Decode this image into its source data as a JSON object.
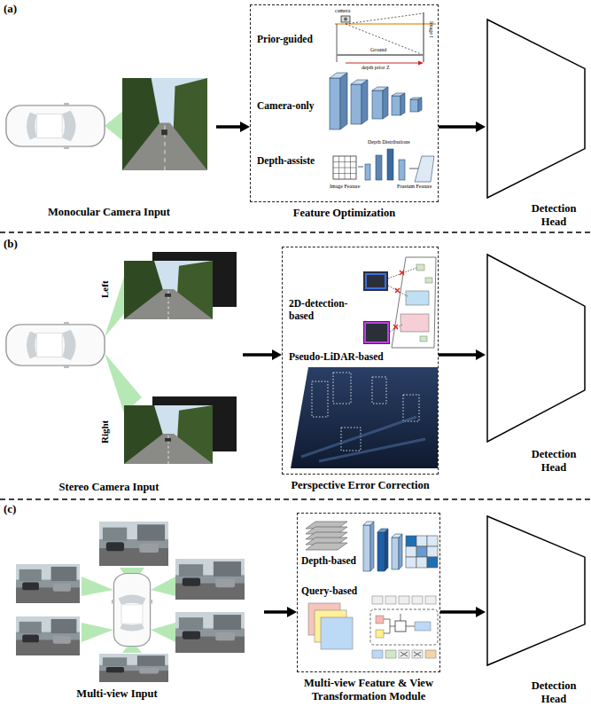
{
  "diagram": {
    "nodes": [
      {
        "text": [
          "Monocular Camera Input"
        ]
      },
      {
        "text": [
          "Prior-guided",
          "Camera-only",
          "Depth-assiste",
          "Feature Optimization"
        ]
      },
      {
        "text": [
          "Detection Head"
        ]
      },
      {
        "text": [
          "Stereo Camera Input"
        ]
      },
      {
        "text": [
          "2D-detection-based",
          "Pseudo-LiDAR-based",
          "Perspective Error Correction"
        ]
      },
      {
        "text": [
          "Detection Head"
        ]
      },
      {
        "text": [
          "Multi-view Input"
        ]
      },
      {
        "text": [
          "Depth-based",
          "Query-based",
          "Multi-view Feature & View Transformation Module"
        ]
      },
      {
        "text": [
          "Detection Head"
        ]
      }
    ],
    "edges": [
      {
        "from": 0,
        "to": 1,
        "arrow": "to"
      },
      {
        "from": 1,
        "to": 2,
        "arrow": "to"
      },
      {
        "from": 3,
        "to": 4,
        "arrow": "to"
      },
      {
        "from": 4,
        "to": 5,
        "arrow": "to"
      },
      {
        "from": 6,
        "to": 7,
        "arrow": "to"
      },
      {
        "from": 7,
        "to": 8,
        "arrow": "to"
      }
    ],
    "labels": [
      "(a)",
      "camera",
      "Image I",
      "Ground",
      "depth prior Z",
      "Depth Distributions",
      "Image Feature",
      "Frustum Feature",
      "(b)",
      "Left",
      "Right",
      "(c)"
    ]
  }
}
